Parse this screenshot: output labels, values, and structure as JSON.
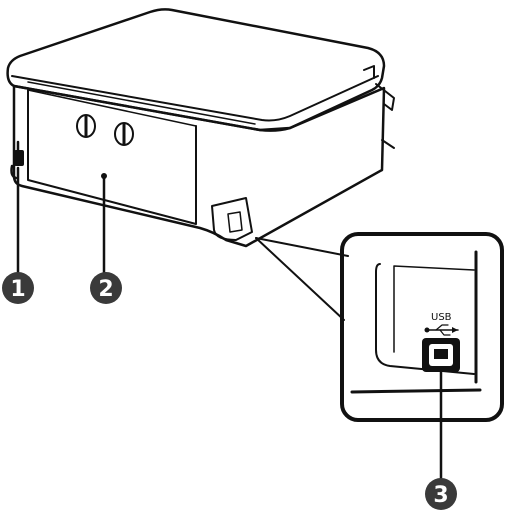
{
  "callouts": [
    {
      "label": "1"
    },
    {
      "label": "2"
    },
    {
      "label": "3"
    }
  ],
  "port_label": "USB",
  "colors": {
    "line": "#111111",
    "callout_fill": "#3a3a3a",
    "callout_text": "#ffffff",
    "background": "#ffffff"
  },
  "icons": [
    "usb-icon"
  ]
}
